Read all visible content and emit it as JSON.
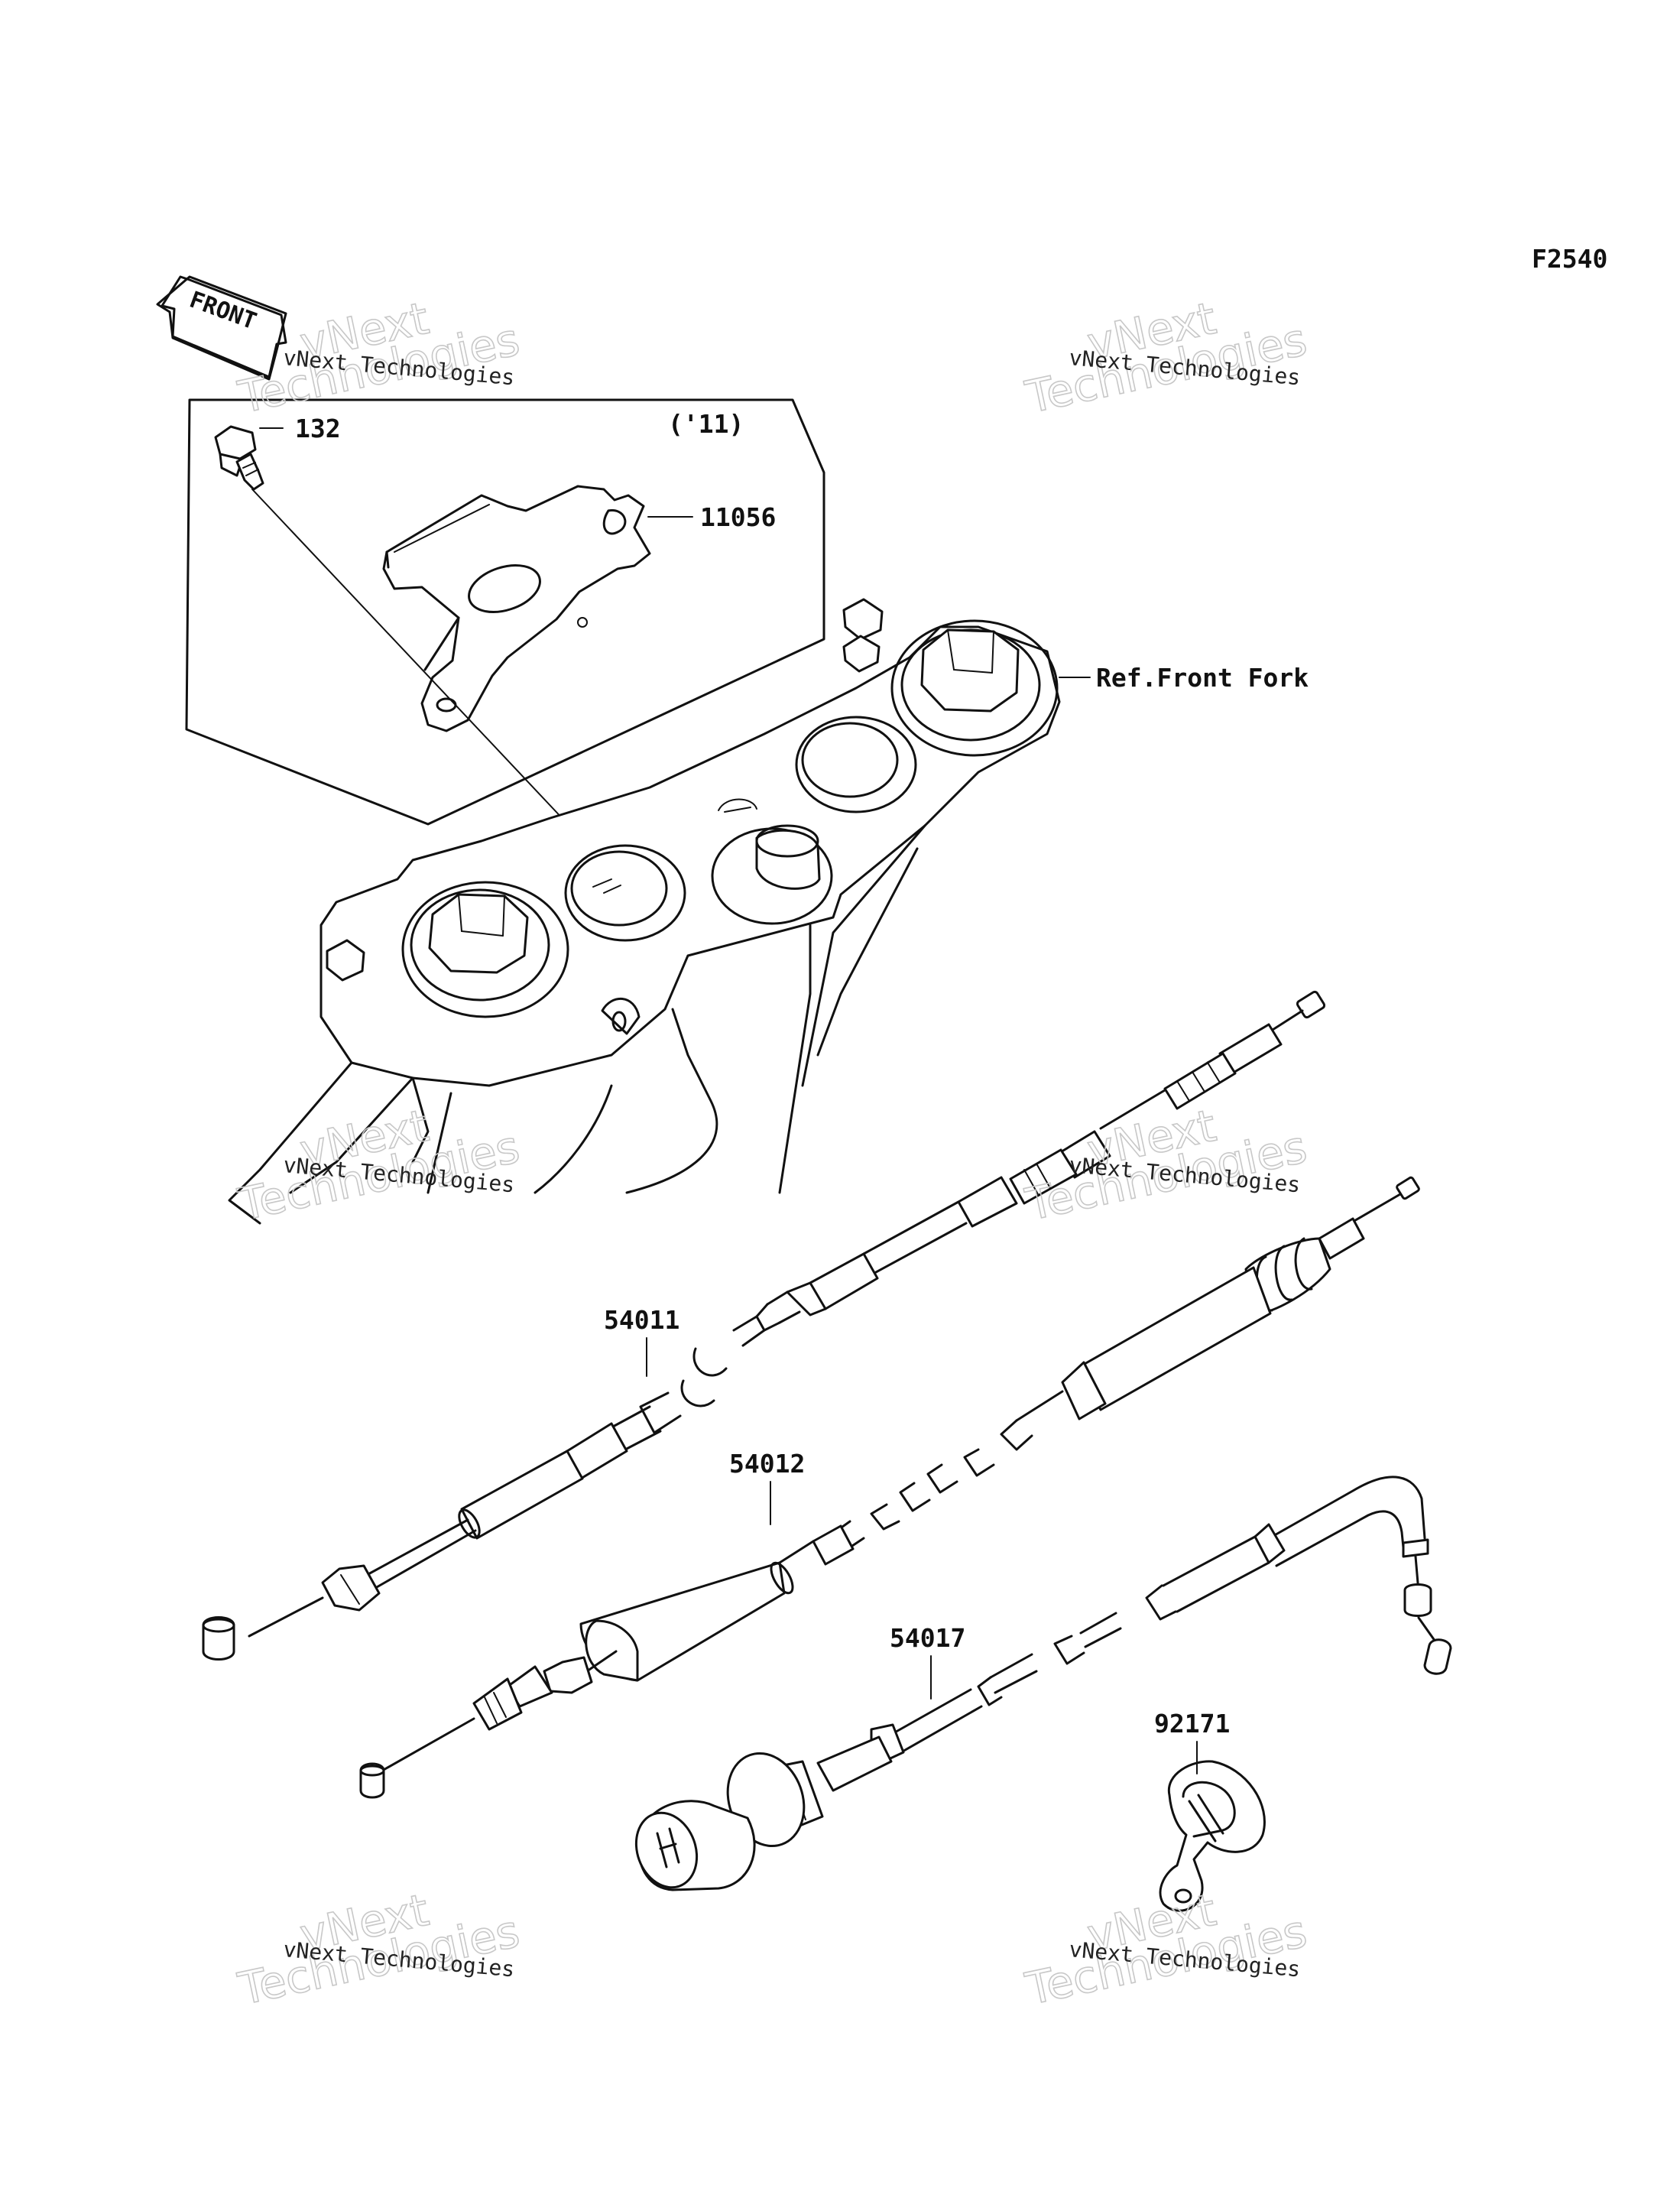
{
  "figure_code": "F2540",
  "front_badge": "FRONT",
  "variant_note": "('11)",
  "reference": "Ref.Front Fork",
  "parts": [
    {
      "id": "bolt",
      "number": "132"
    },
    {
      "id": "bracket",
      "number": "11056"
    },
    {
      "id": "cable-throttle-open",
      "number": "54011"
    },
    {
      "id": "cable-throttle-close",
      "number": "54012"
    },
    {
      "id": "cable-choke",
      "number": "54017"
    },
    {
      "id": "cable-clamp",
      "number": "92171"
    }
  ],
  "watermark": {
    "line1": "vNext Technologies",
    "line2a": "vNext",
    "line2b": "Technologies"
  }
}
